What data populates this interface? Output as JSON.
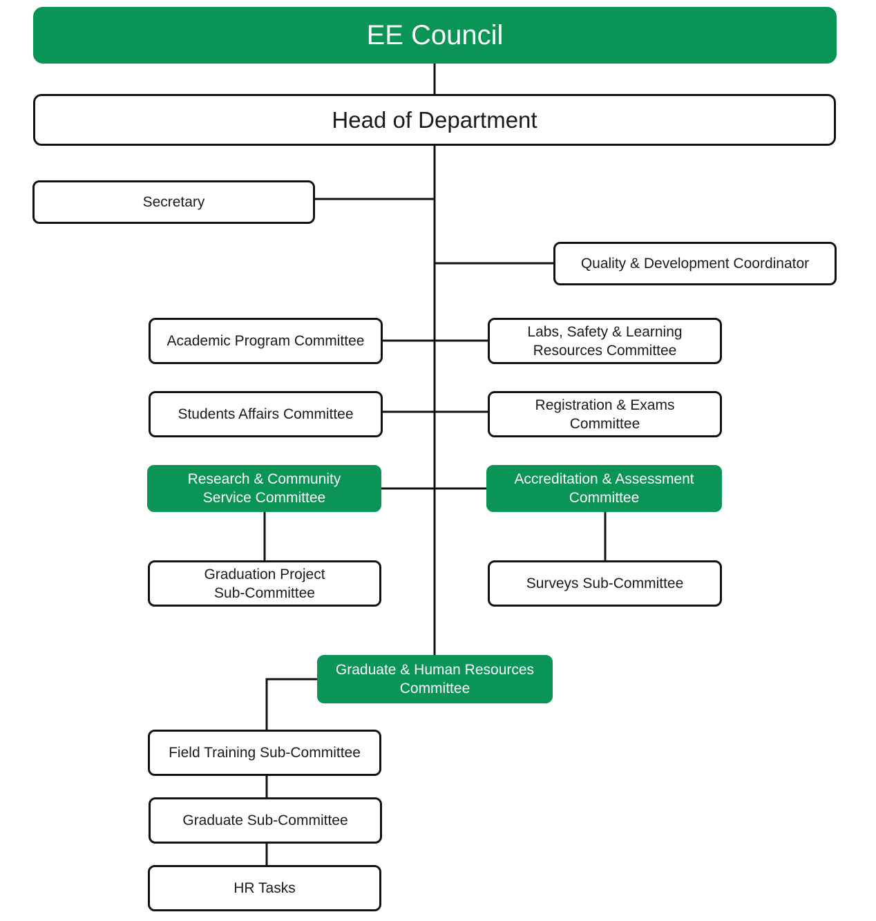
{
  "colors": {
    "accent": "#0a9455",
    "line": "#111111",
    "background": "#ffffff"
  },
  "nodes": {
    "ee_council": "EE Council",
    "head_of_department": "Head of Department",
    "secretary": "Secretary",
    "quality_coordinator": "Quality & Development Coordinator",
    "academic_program": "Academic Program Committee",
    "labs_safety": "Labs, Safety & Learning\nResources Committee",
    "students_affairs": "Students Affairs Committee",
    "registration_exams": "Registration & Exams\nCommittee",
    "research_community": "Research & Community\nService Committee",
    "accreditation_assessment": "Accreditation & Assessment\nCommittee",
    "graduation_project": "Graduation Project\nSub-Committee",
    "surveys": "Surveys Sub-Committee",
    "graduate_hr": "Graduate & Human Resources\nCommittee",
    "field_training": "Field Training Sub-Committee",
    "graduate_sub": "Graduate Sub-Committee",
    "hr_tasks": "HR Tasks"
  }
}
